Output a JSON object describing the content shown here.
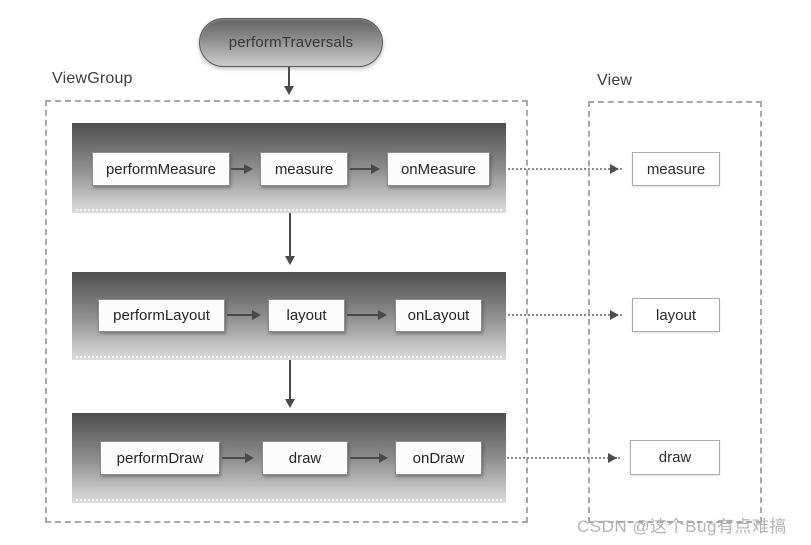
{
  "diagram": {
    "root_node": "performTraversals",
    "viewgroup_label": "ViewGroup",
    "view_label": "View",
    "rows": [
      {
        "perform": "performMeasure",
        "mid": "measure",
        "callback": "onMeasure",
        "view_method": "measure"
      },
      {
        "perform": "performLayout",
        "mid": "layout",
        "callback": "onLayout",
        "view_method": "layout"
      },
      {
        "perform": "performDraw",
        "mid": "draw",
        "callback": "onDraw",
        "view_method": "draw"
      }
    ],
    "colors": {
      "band_gradient_top": "#4e4e4e",
      "band_gradient_bottom": "#dcdcdc",
      "arrow": "#4a4a4a",
      "dashed_border": "#a8a8a8",
      "watermark_text": "#b3b3b3"
    }
  },
  "watermark": "CSDN @这个Bug有点难搞"
}
